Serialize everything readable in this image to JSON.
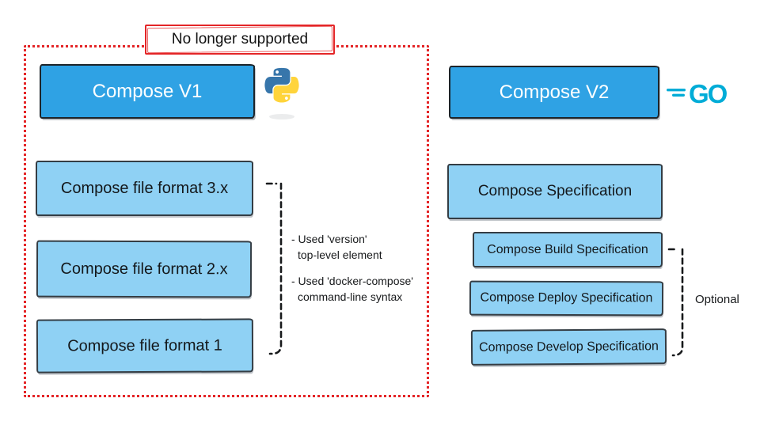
{
  "colors": {
    "header_blue": "#2fa2e4",
    "light_blue": "#8fd1f4",
    "alert_red": "#e42527",
    "go_teal": "#00acd7",
    "python_blue": "#3776ab",
    "python_yellow": "#ffd43b",
    "ink": "#17191b"
  },
  "banner": {
    "label": "No longer supported"
  },
  "v1": {
    "title": "Compose V1",
    "logo_icon": "python-logo",
    "formats": [
      "Compose file format 3.x",
      "Compose file format 2.x",
      "Compose file format 1"
    ],
    "notes": [
      {
        "line1": "- Used 'version'",
        "line2": "top-level element"
      },
      {
        "line1": "- Used 'docker-compose'",
        "line2": "command-line syntax"
      }
    ]
  },
  "v2": {
    "title": "Compose V2",
    "logo_icon": "go-logo",
    "go_label": "GO",
    "spec": "Compose Specification",
    "sub_specs": [
      "Compose Build Specification",
      "Compose Deploy Specification",
      "Compose Develop Specification"
    ],
    "bracket_label": "Optional"
  }
}
